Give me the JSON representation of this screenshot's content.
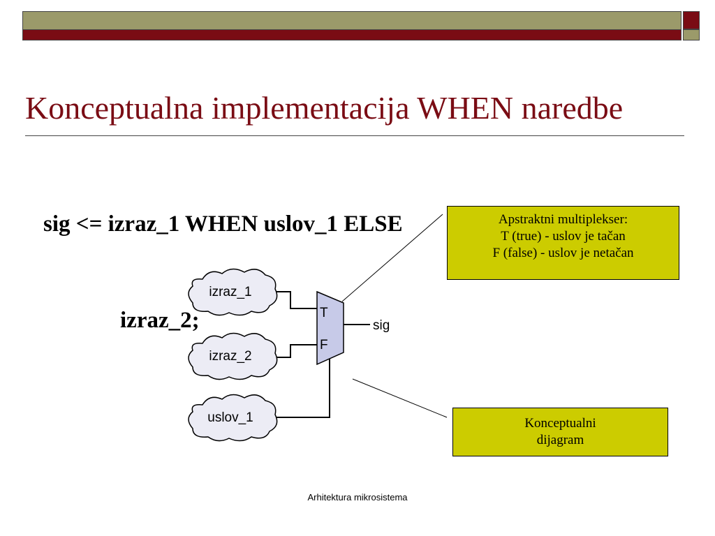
{
  "slide": {
    "title": "Konceptualna implementacija WHEN naredbe",
    "code": {
      "line1": "sig <= izraz_1 WHEN uslov_1 ELSE",
      "line2": "izraz_2;"
    },
    "footer": "Arhitektura mikrosistema",
    "colors": {
      "title": "#7a0c14",
      "bar_olive": "#9b9a6a",
      "bar_dark": "#7a0c14",
      "callout_bg": "#cccc00"
    }
  },
  "diagram": {
    "inputs": {
      "izraz_1": "izraz_1",
      "izraz_2": "izraz_2",
      "uslov_1": "uslov_1"
    },
    "mux": {
      "true_label": "T",
      "false_label": "F"
    },
    "output": "sig",
    "callout_mux": {
      "line1": "Apstraktni multiplekser:",
      "line2": "T (true) - uslov je tačan",
      "line3": "F (false) - uslov je netačan"
    },
    "callout_concept": {
      "line1": "Konceptualni",
      "line2": "dijagram"
    }
  }
}
